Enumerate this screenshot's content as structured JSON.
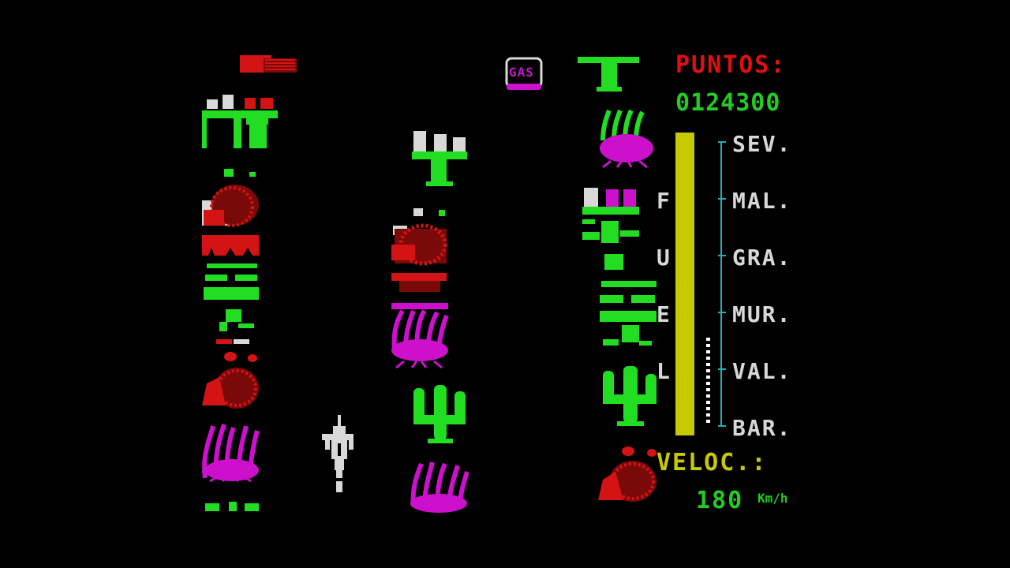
{
  "hud": {
    "puntos_label": "PUNTOS:",
    "score": "0124300",
    "veloc_label": "VELOC.:",
    "speed": "180",
    "speed_unit": "Km/h"
  },
  "fuel": {
    "letters": [
      "F",
      "U",
      "E",
      "L"
    ],
    "level": 1.0,
    "color": "#c8c800"
  },
  "route": {
    "stops": [
      "SEV.",
      "MAL.",
      "GRA.",
      "MUR.",
      "VAL.",
      "BAR."
    ],
    "progress": 0.3
  },
  "pickups": {
    "gas_label": "GAS"
  },
  "colors": {
    "cactus": "#22dd22",
    "rock": "#d41414",
    "bush": "#cc10cc",
    "skull": "#d8d8d8",
    "route": "#20b0b8"
  },
  "sprites": {
    "cacti": "cactus-icon",
    "rocks": "rock-icon",
    "bushes": "bush-icon",
    "skulls": "skull-icon",
    "player": "rider-icon",
    "gas": "gas-can-icon"
  }
}
